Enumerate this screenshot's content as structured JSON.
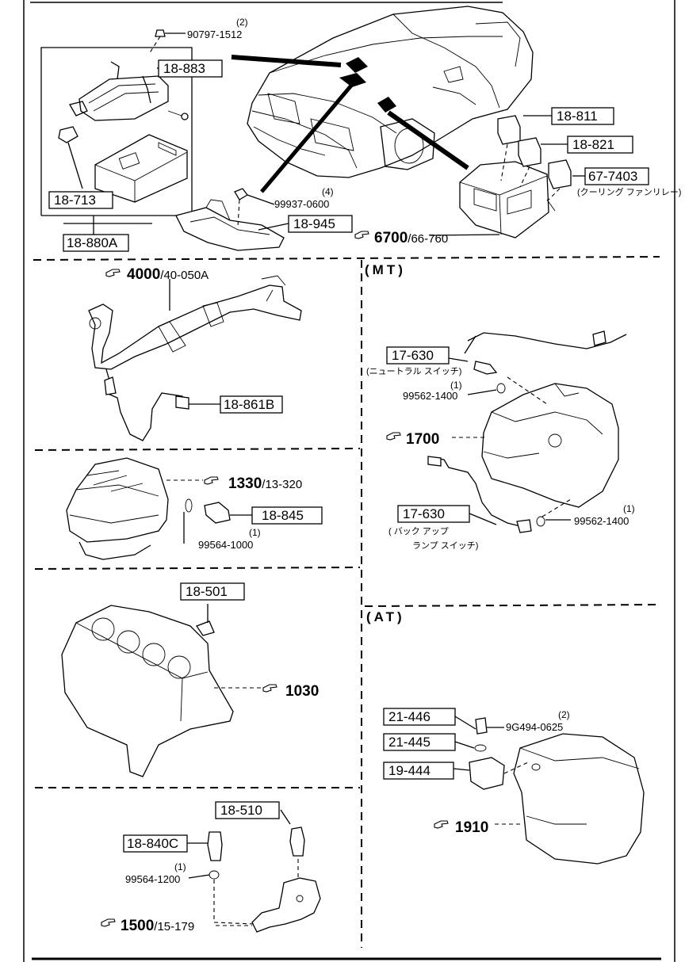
{
  "sections": {
    "mt": "(MT)",
    "at": "(AT)"
  },
  "boxed_parts": {
    "p18_883": "18-883",
    "p18_713": "18-713",
    "p18_880A": "18-880A",
    "p18_945": "18-945",
    "p18_811": "18-811",
    "p18_821": "18-821",
    "p67_7403": "67-7403",
    "p18_861B": "18-861B",
    "p18_845": "18-845",
    "p18_501": "18-501",
    "p18_510": "18-510",
    "p18_840C": "18-840C",
    "p17_630_neutral": "17-630",
    "p17_630_backup": "17-630",
    "p21_446": "21-446",
    "p21_445": "21-445",
    "p19_444": "19-444"
  },
  "part_numbers": {
    "bolt_90797": "90797-1512",
    "bolt_99937": "99937-0600",
    "washer_99562_a": "99562-1400",
    "washer_99562_b": "99562-1400",
    "washer_99564_a": "99564-1000",
    "washer_99564_b": "99564-1200",
    "bolt_9G494": "9G494-0625"
  },
  "quantities": {
    "bolt_90797": "(2)",
    "bolt_99937": "(4)",
    "washer_99562_a": "(1)",
    "washer_99562_b": "(1)",
    "washer_99564_a": "(1)",
    "washer_99564_b": "(1)",
    "bolt_9G494": "(2)"
  },
  "references": {
    "r6700": {
      "main": "6700",
      "sub": "/66-760"
    },
    "r4000": {
      "main": "4000",
      "sub": "/40-050A"
    },
    "r1330": {
      "main": "1330",
      "sub": "/13-320"
    },
    "r1030": {
      "main": "1030",
      "sub": ""
    },
    "r1700": {
      "main": "1700",
      "sub": ""
    },
    "r1910": {
      "main": "1910",
      "sub": ""
    },
    "r1500": {
      "main": "1500",
      "sub": "/15-179"
    }
  },
  "japanese_notes": {
    "cooling_fan_relay": "(クーリング ファンリレー)",
    "neutral_switch": "(ニュートラル スイッチ)",
    "backup_lamp_1": "( バック アップ",
    "backup_lamp_2": "ランプ スイッチ)"
  },
  "icons": {
    "reference_pointer": "pointing-hand-icon"
  }
}
